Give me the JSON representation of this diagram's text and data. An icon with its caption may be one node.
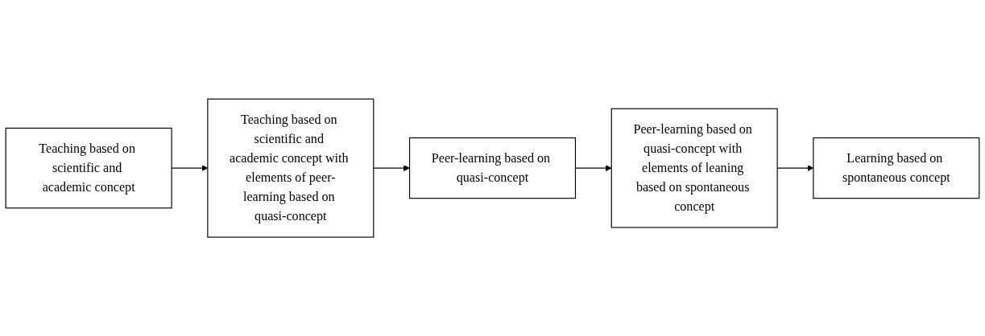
{
  "diagram": {
    "nodes": [
      {
        "text": [
          "Teaching based on scientific and academic concept"
        ]
      },
      {
        "text": [
          "Teaching based on scientific and academic concept with elements of peer-learning based on quasi-concept"
        ]
      },
      {
        "text": [
          "Peer-learning based on quasi-concept"
        ]
      },
      {
        "text": [
          "Peer-learning based on quasi-concept with elements of leaning based on spontaneous concept"
        ]
      },
      {
        "text": [
          "Learning based on spontaneous concept"
        ]
      }
    ],
    "edges": [
      {
        "from": 0,
        "to": 1,
        "arrow": "to"
      },
      {
        "from": 1,
        "to": 2,
        "arrow": "to"
      },
      {
        "from": 2,
        "to": 3,
        "arrow": "to"
      },
      {
        "from": 3,
        "to": 4,
        "arrow": "to"
      }
    ]
  }
}
